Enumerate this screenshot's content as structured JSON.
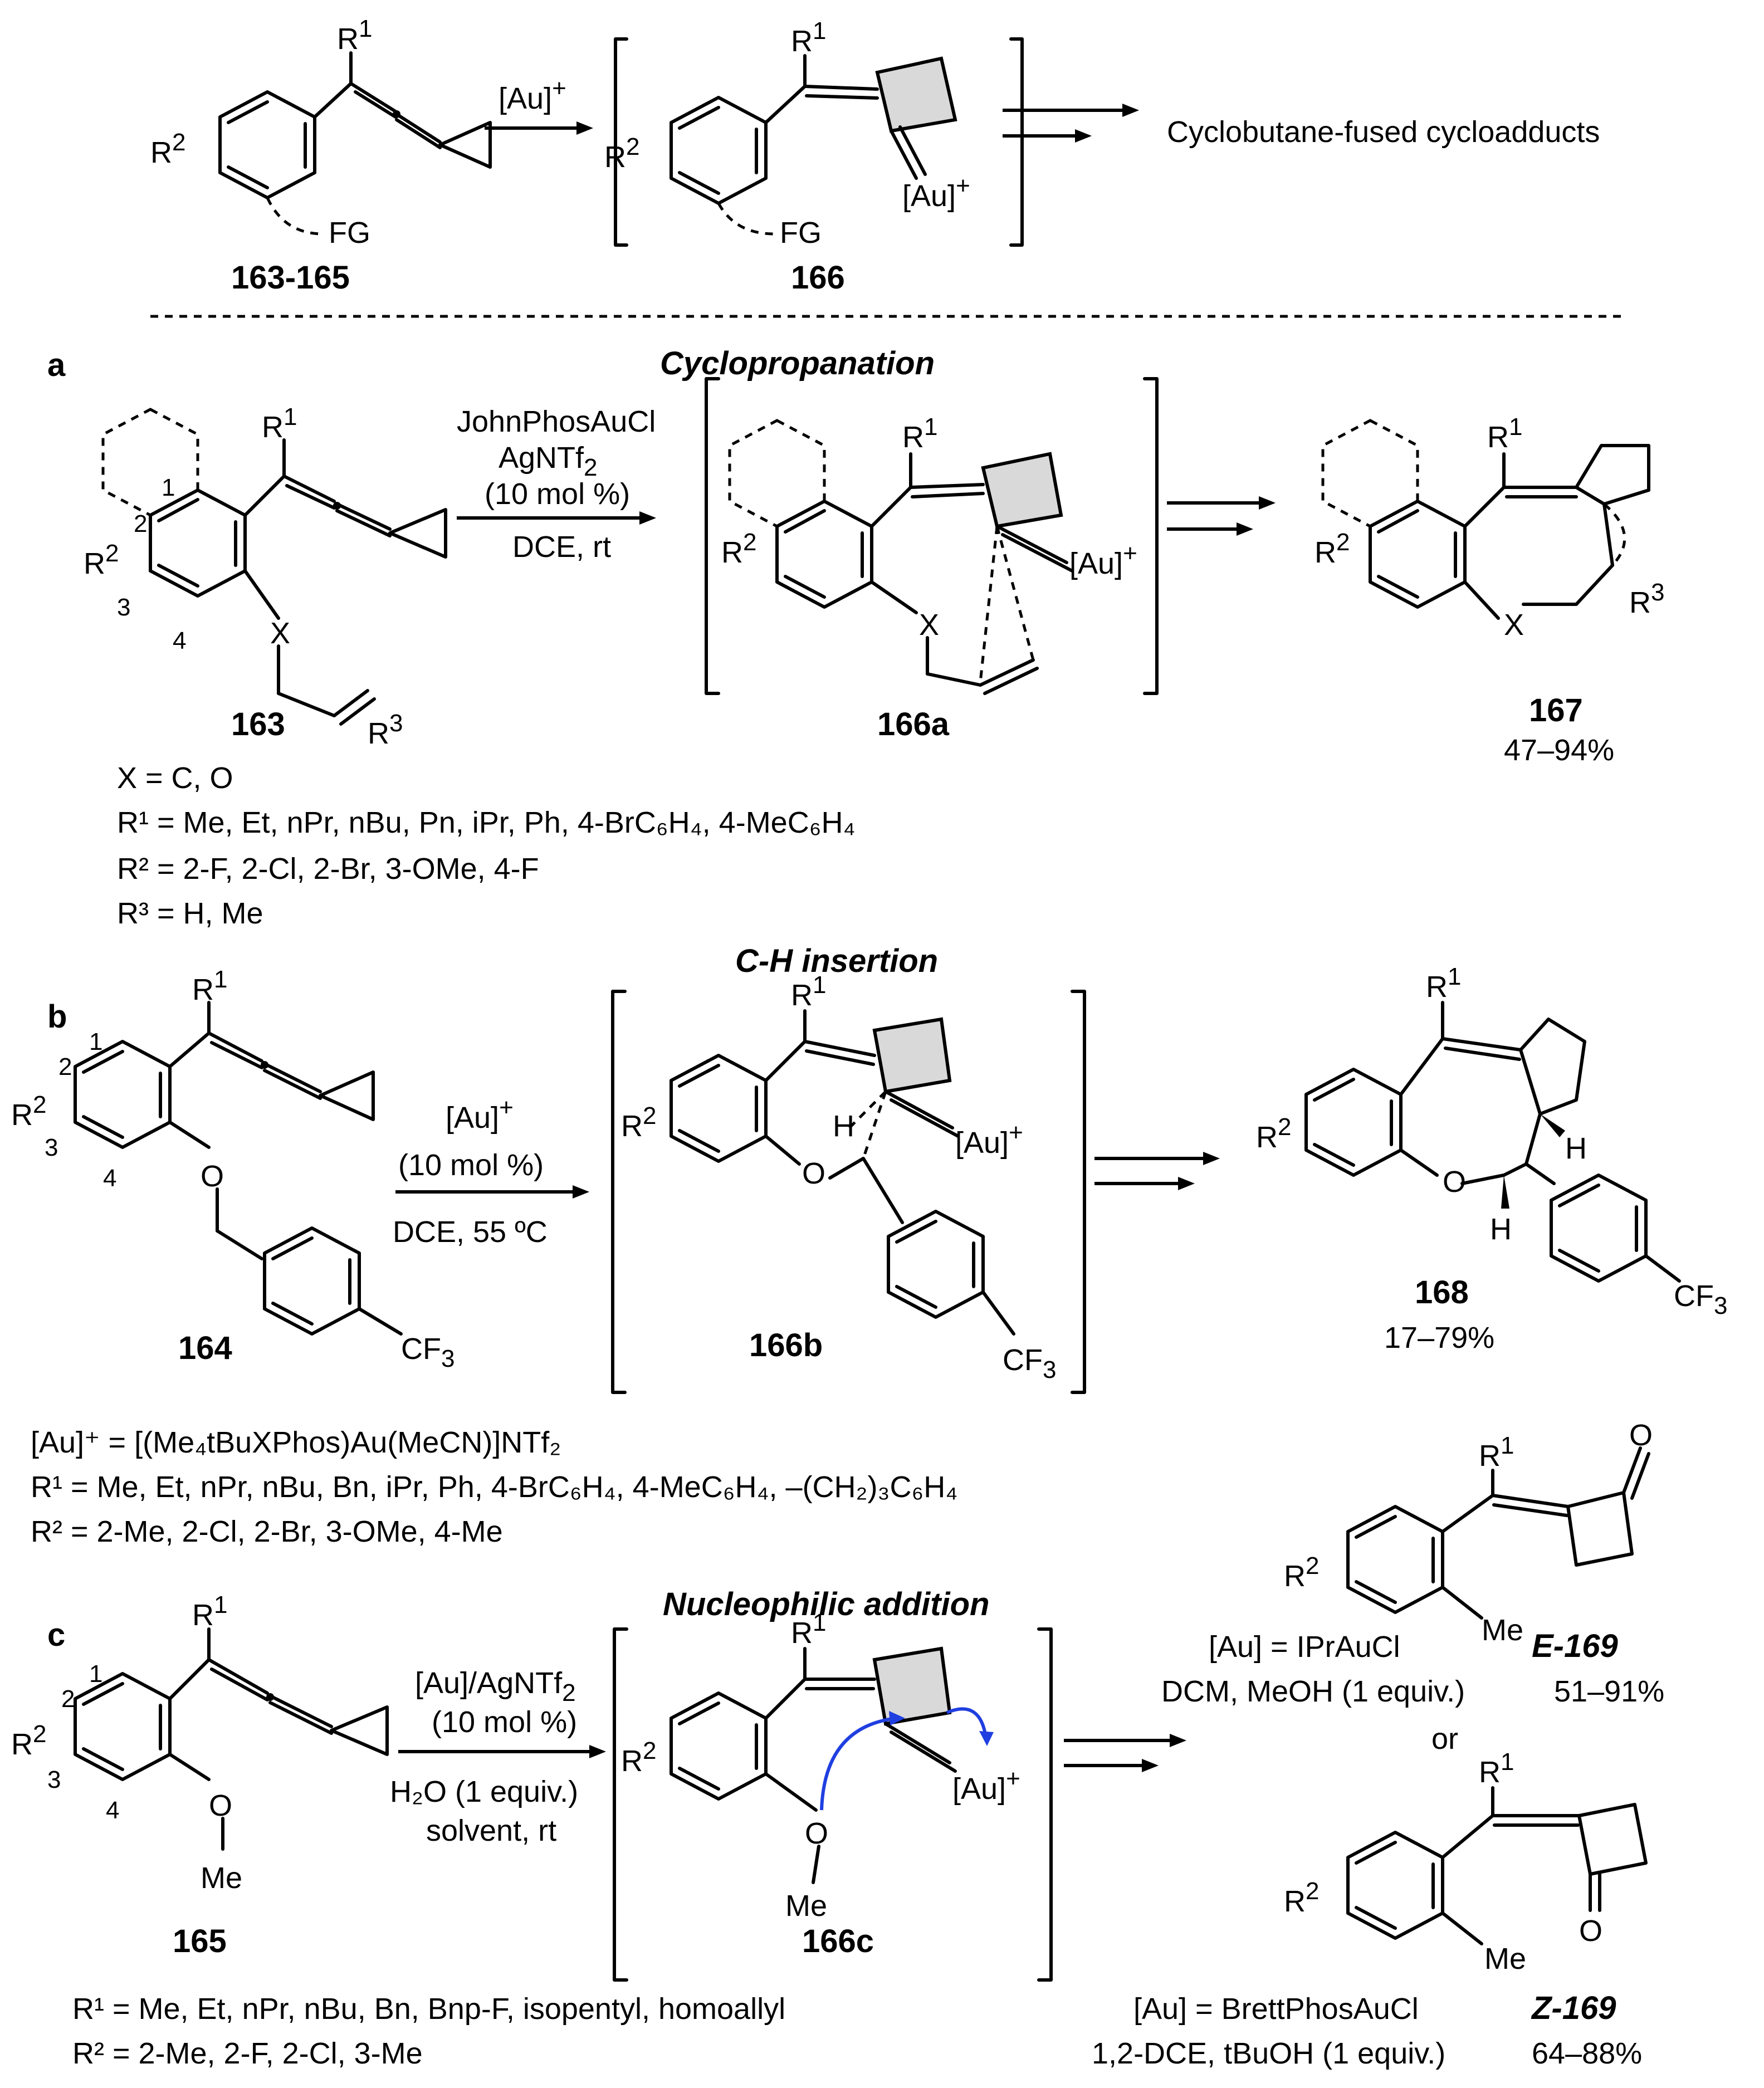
{
  "top": {
    "cmpd_start": "163-165",
    "cmpd_inter": "166",
    "reagent": "[Au]",
    "reagent_sup": "+",
    "product_text": "Cyclobutane-fused cycloadducts",
    "fg": "FG"
  },
  "a": {
    "tag": "a",
    "title": "Cyclopropanation",
    "cond1": "JohnPhosAuCl",
    "cond2": "AgNTf",
    "cond2_sub": "2",
    "cond3": "(10 mol %)",
    "cond4": "DCE, rt",
    "sm": "163",
    "inter": "166a",
    "prod": "167",
    "yield": "47–94%",
    "x_line": "X = C, O",
    "r1_line": "R¹ = Me, Et, nPr, nBu, Pn, iPr, Ph, 4-BrC₆H₄, 4-MeC₆H₄",
    "r2_line": "R² = 2-F, 2-Cl, 2-Br, 3-OMe, 4-F",
    "r3_line": "R³ = H, Me"
  },
  "b": {
    "tag": "b",
    "title": "C-H insertion",
    "cond1": "[Au]",
    "cond1_sup": "+",
    "cond2": "(10 mol %)",
    "cond3": "DCE, 55 ºC",
    "sm": "164",
    "inter": "166b",
    "prod": "168",
    "yield": "17–79%",
    "au_line": "[Au]⁺ = [(Me₄tBuXPhos)Au(MeCN)]NTf₂",
    "r1_line": "R¹ = Me, Et, nPr, nBu, Bn, iPr, Ph, 4-BrC₆H₄, 4-MeC₆H₄, –(CH₂)₃C₆H₄",
    "r2_line": "R² = 2-Me, 2-Cl, 2-Br, 3-OMe, 4-Me"
  },
  "c": {
    "tag": "c",
    "title": "Nucleophilic addition",
    "cond1": "[Au]/AgNTf",
    "cond1_sub": "2",
    "cond2": "(10 mol %)",
    "cond3": "H₂O (1 equiv.)",
    "cond4": "solvent, rt",
    "sm": "165",
    "inter": "166c",
    "e_prod": "E-169",
    "e_yield": "51–91%",
    "e_cond1": "[Au] = IPrAuCl",
    "e_cond2": "DCM, MeOH (1 equiv.)",
    "or": "or",
    "z_prod": "Z-169",
    "z_yield": "64–88%",
    "z_cond1": "[Au] = BrettPhosAuCl",
    "z_cond2": "1,2-DCE, tBuOH (1 equiv.)",
    "r1_line": "R¹ = Me, Et, nPr, nBu, Bn, Bnp-F, isopentyl, homoallyl",
    "r2_line": "R² = 2-Me, 2-F, 2-Cl, 3-Me"
  },
  "labels": {
    "r1": "R",
    "r1_sup": "1",
    "r2": "R",
    "r2_sup": "2",
    "r3": "R",
    "r3_sup": "3",
    "au": "[Au]",
    "au_sup": "+",
    "x": "X",
    "o": "O",
    "h": "H",
    "me": "Me",
    "cf3": "CF",
    "cf3_sub": "3",
    "n1": "1",
    "n2": "2",
    "n3": "3",
    "n4": "4"
  }
}
